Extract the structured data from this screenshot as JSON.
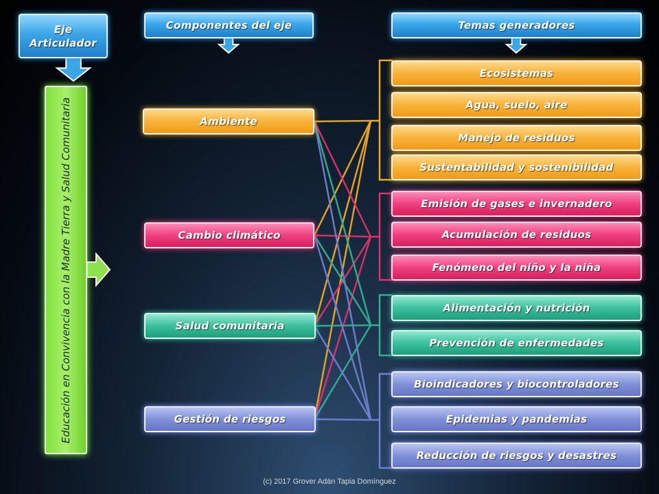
{
  "headers": {
    "eje": "Eje\nArticulador",
    "componentes": "Componentes del eje",
    "temas": "Temas generadores"
  },
  "eje_articulador": "Educación en Convivencia con la Madre Tierra y Salud Comunitaria",
  "componentes": [
    {
      "label": "Ambiente",
      "color": "#f8b23a"
    },
    {
      "label": "Cambio climático",
      "color": "#f0407e"
    },
    {
      "label": "Salud comunitaria",
      "color": "#3cc09c"
    },
    {
      "label": "Gestión de riesgos",
      "color": "#7f90d8"
    }
  ],
  "temas": [
    {
      "label": "Ecosistemas",
      "group": 0
    },
    {
      "label": "Agua, suelo, aire",
      "group": 0
    },
    {
      "label": "Manejo de residuos",
      "group": 0
    },
    {
      "label": "Sustentabilidad y sostenibilidad",
      "group": 0
    },
    {
      "label": "Emisión de gases e invernadero",
      "group": 1
    },
    {
      "label": "Acumulación de residuos",
      "group": 1
    },
    {
      "label": "Fenómeno del niño y la niña",
      "group": 1
    },
    {
      "label": "Alimentación  y nutrición",
      "group": 2
    },
    {
      "label": "Prevención de enfermedades",
      "group": 2
    },
    {
      "label": "Bioindicadores y biocontroladores",
      "group": 3
    },
    {
      "label": "Epidemias y pandemias",
      "group": 3
    },
    {
      "label": "Reducción de riesgos y desastres",
      "group": 3
    }
  ],
  "footer": "(c) 2017 Grover Adán Tapia Domínguez",
  "colors": {
    "arrow_blue": "#3aa6e8",
    "arrow_green": "#8ee04e",
    "bracket_yellow": "#f0a820",
    "bracket_pink": "#e0306e",
    "bracket_teal": "#30b090",
    "bracket_lav": "#7080d0"
  }
}
